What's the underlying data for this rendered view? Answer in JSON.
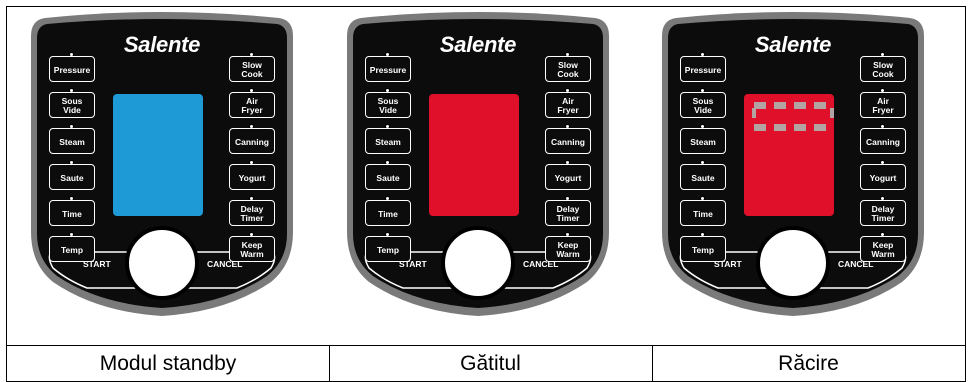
{
  "brand": "Salente",
  "left_buttons": [
    {
      "label": "Pressure"
    },
    {
      "label": "Sous\nVide"
    },
    {
      "label": "Steam"
    },
    {
      "label": "Saute"
    },
    {
      "label": "Time"
    },
    {
      "label": "Temp"
    }
  ],
  "right_buttons": [
    {
      "label": "Slow\nCook"
    },
    {
      "label": "Air\nFryer"
    },
    {
      "label": "Canning"
    },
    {
      "label": "Yogurt"
    },
    {
      "label": "Delay\nTimer"
    },
    {
      "label": "Keep\nWarm"
    }
  ],
  "start_label": "START",
  "cancel_label": "CANCEL",
  "panels": [
    {
      "caption": "Modul standby",
      "screen_color": "#1e9bd6",
      "segments_shown": false
    },
    {
      "caption": "Gătitul",
      "screen_color": "#e0102a",
      "segments_shown": false
    },
    {
      "caption": "Răcire",
      "screen_color": "#e0102a",
      "segments_shown": true
    }
  ],
  "colors": {
    "outer_shell": "#7a7a7a",
    "panel_face": "#0c0c0c",
    "segment": "#b4a3a3"
  }
}
